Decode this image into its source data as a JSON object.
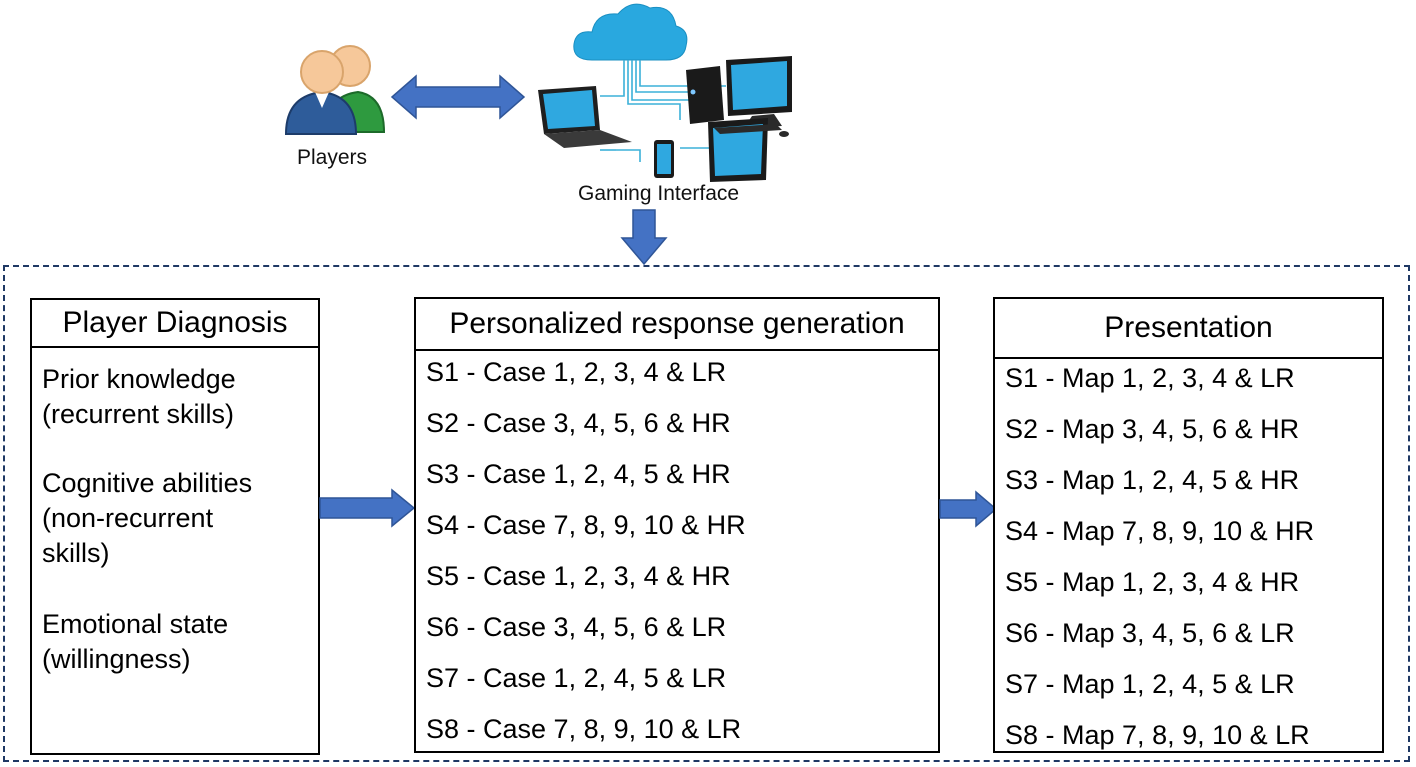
{
  "top": {
    "players_label": "Players",
    "interface_label": "Gaming Interface"
  },
  "diagnosis": {
    "title": "Player Diagnosis",
    "items": [
      "Prior knowledge\n(recurrent skills)",
      "Cognitive abilities\n(non-recurrent\nskills)",
      "Emotional state\n(willingness)"
    ]
  },
  "generation": {
    "title": "Personalized response generation",
    "rows": [
      "S1 - Case 1, 2, 3, 4 & LR",
      "S2 - Case 3, 4, 5, 6 & HR",
      "S3 - Case 1, 2, 4, 5 & HR",
      "S4 - Case 7, 8, 9, 10 & HR",
      "S5 - Case 1, 2, 3, 4 & HR",
      "S6 - Case 3, 4, 5, 6 & LR",
      "S7 - Case 1, 2, 4, 5 & LR",
      "S8 - Case 7, 8, 9, 10 & LR"
    ]
  },
  "presentation": {
    "title": "Presentation",
    "rows": [
      "S1 - Map 1, 2, 3, 4 & LR",
      "S2 - Map 3, 4, 5, 6 & HR",
      "S3 - Map 1, 2, 4, 5 & HR",
      "S4 - Map 7, 8, 9, 10 & HR",
      "S5 - Map 1, 2, 3, 4 & HR",
      "S6 - Map 3, 4, 5, 6 & LR",
      "S7 - Map 1, 2, 4, 5 & LR",
      "S8 - Map 7, 8, 9, 10 & LR"
    ]
  },
  "colors": {
    "arrow": "#4472c4",
    "cloud": "#29a8df",
    "dashed_border": "#1f3864",
    "person_blue": "#2e5c9a",
    "person_green": "#2e9a3f",
    "skin": "#f6c89a"
  }
}
